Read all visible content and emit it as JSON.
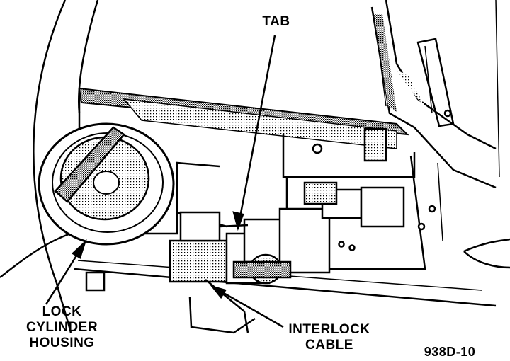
{
  "figure": {
    "labels": {
      "tab": "TAB",
      "lock_line1": "LOCK",
      "lock_line2": "CYLINDER",
      "lock_line3": "HOUSING",
      "interlock_line1": "INTERLOCK",
      "interlock_line2": "CABLE"
    },
    "figure_code": "938D-10"
  },
  "colors": {
    "ink": "#000000",
    "paper": "#ffffff",
    "shade": "#7a7a7a"
  }
}
